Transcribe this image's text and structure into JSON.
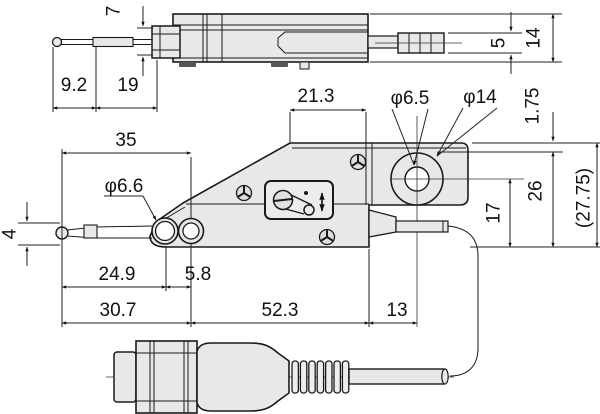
{
  "drawing_title": "lever-type-test-indicator-dimensional-drawing",
  "colors": {
    "line": "#1a1a1a",
    "body_fill": "#e8e8e8",
    "background": "#ffffff"
  },
  "dimensions": {
    "top": {
      "holder_width": "7",
      "tip_length": "9.2",
      "stylus_length": "19",
      "cable_height": "5",
      "body_height": "14"
    },
    "side": {
      "stylus_overall": "35",
      "stem_dia": "φ6.6",
      "ball_dia": "4",
      "top_length": "21.3",
      "hole_dia": "φ6.5",
      "boss_dia": "φ14",
      "boss_step": "1.75",
      "tip_to_pivot": "24.9",
      "pivot_to_mount": "5.8",
      "tip_to_mount": "30.7",
      "body_length": "52.3",
      "lug_offset": "13",
      "cable_height": "17",
      "body_height": "26",
      "overall_height": "(27.75)"
    }
  }
}
